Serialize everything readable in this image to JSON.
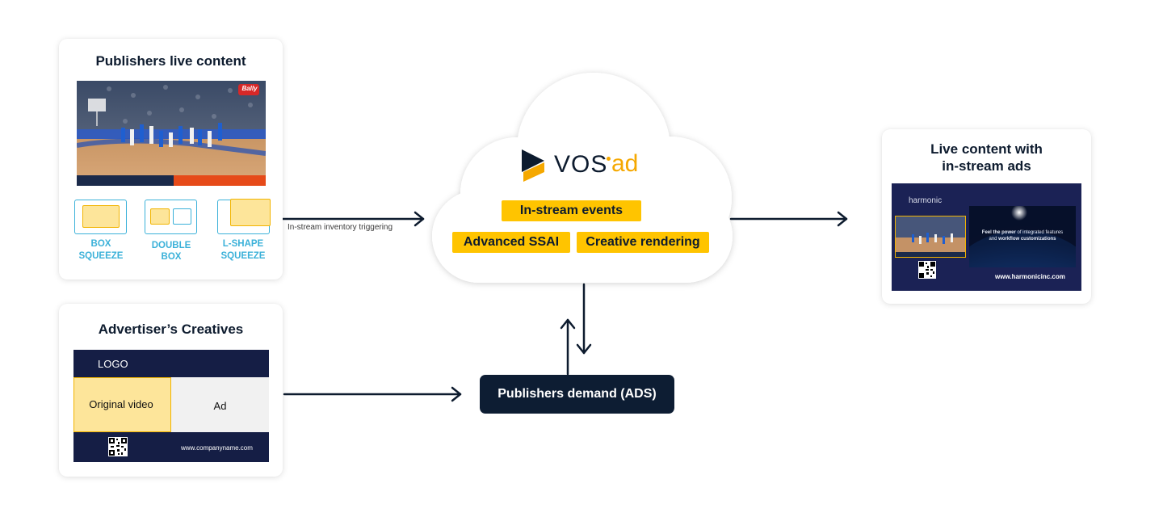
{
  "publishers_card": {
    "title": "Publishers live content",
    "video_logo": "Bally",
    "formats": [
      {
        "label_line1": "BOX",
        "label_line2": "SQUEEZE"
      },
      {
        "label_line1": "DOUBLE",
        "label_line2": "BOX"
      },
      {
        "label_line1": "L-SHAPE",
        "label_line2": "SQUEEZE"
      }
    ]
  },
  "advertiser_card": {
    "title": "Advertiser’s Creatives",
    "logo_text": "LOGO",
    "original_video_label": "Original video",
    "ad_label": "Ad",
    "url": "www.companyname.com"
  },
  "cloud": {
    "brand": "VOS",
    "brand_suffix": "ad",
    "items": [
      "In-stream events",
      "Advanced SSAI",
      "Creative rendering"
    ]
  },
  "ads_box": {
    "label": "Publishers demand (ADS)"
  },
  "arrow_label": "In-stream inventory triggering",
  "live_card": {
    "title_line1": "Live content with",
    "title_line2": "in-stream ads",
    "brand": "harmonic",
    "promo_part1": "Feel the power",
    "promo_part2": " of integrated features",
    "promo_part3": "and ",
    "promo_part4": "workflow customizations",
    "url": "www.harmonicinc.com"
  },
  "colors": {
    "navy": "#0d1b2e",
    "accent_yellow": "#ffc400",
    "format_blue": "#3bb1d9",
    "banner_navy": "#151e45"
  }
}
